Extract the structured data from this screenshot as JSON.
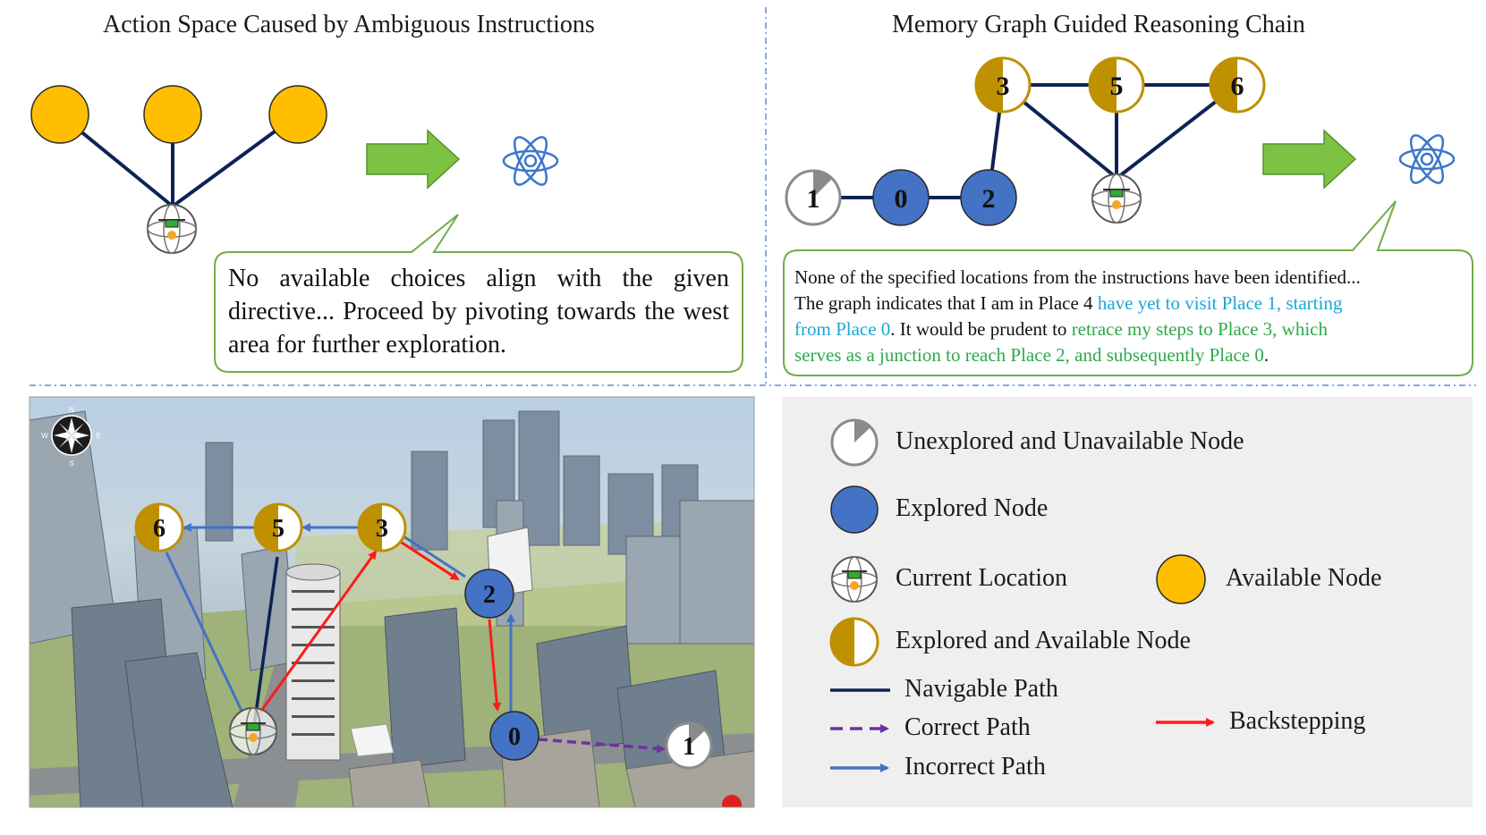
{
  "left_panel": {
    "title": "Action Space Caused by Ambiguous Instructions",
    "bubble_text": "No available choices align with the given directive... Proceed by pivoting towards the west area for further exploration."
  },
  "right_panel": {
    "title": "Memory Graph Guided Reasoning Chain",
    "bubble": {
      "line1": "None of the specified locations from the instructions have been identified...",
      "line2_a": "The graph indicates that I am in Place 4 ",
      "line2_b": "have yet to visit Place 1, starting",
      "line3_a": "from Place 0",
      "line3_b": ". It would be prudent to ",
      "line3_c": "retrace my steps to Place 3, which",
      "line4_a": "serves as a junction to reach Place 2, and subsequently Place 0",
      "line4_b": "."
    },
    "nodes": [
      "1",
      "0",
      "2",
      "3",
      "5",
      "6"
    ]
  },
  "map": {
    "compass": [
      "N",
      "E",
      "S",
      "W"
    ],
    "nodes": [
      "6",
      "5",
      "3",
      "2",
      "0",
      "1"
    ]
  },
  "legend": {
    "unexplored": "Unexplored and Unavailable Node",
    "explored": "Explored Node",
    "current": "Current Location",
    "available": "Available Node",
    "explored_available": "Explored and Available Node",
    "navigable": "Navigable Path",
    "correct": "Correct Path",
    "incorrect": "Incorrect Path",
    "backstepping": "Backstepping"
  },
  "colors": {
    "available": "#FFBF00",
    "explored": "#4472C4",
    "explored_available": "#BF9000",
    "navigable": "#002060",
    "correct": "#7030A0",
    "incorrect": "#4472C4",
    "backstepping": "#FF0000",
    "bubble_border": "#70AD47",
    "arrow_green": "#7DC243"
  }
}
